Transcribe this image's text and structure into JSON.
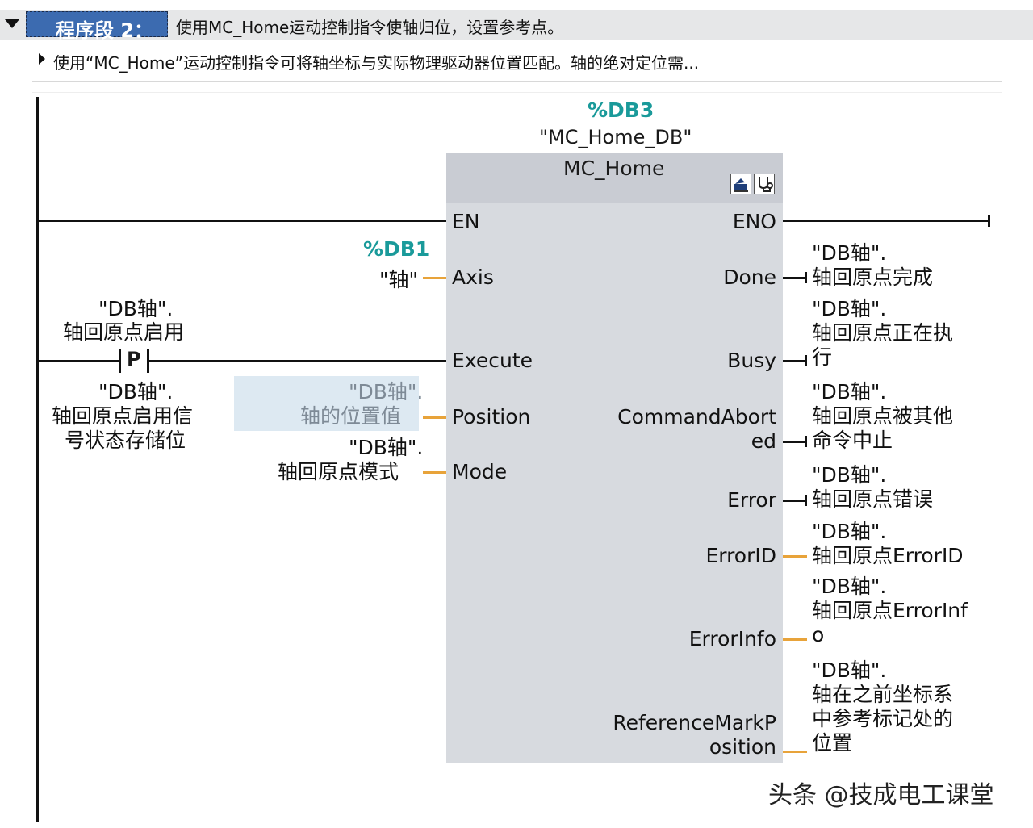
{
  "header": {
    "segment_label": "程序段 2：",
    "title": "使用MC_Home运动控制指令使轴归位，设置参考点。",
    "comment": "使用“MC_Home”运动控制指令可将轴坐标与实际物理驱动器位置匹配。轴的绝对定位需..."
  },
  "block": {
    "instance_db": "%DB3",
    "instance_name": "\"MC_Home_DB\"",
    "type": "MC_Home",
    "icons": [
      "download-icon",
      "diagnostic-icon"
    ]
  },
  "inputs": {
    "en": "EN",
    "axis": "Axis",
    "execute": "Execute",
    "position": "Position",
    "mode": "Mode"
  },
  "outputs": {
    "eno": "ENO",
    "done": "Done",
    "busy": "Busy",
    "command_aborted": [
      "CommandAbort",
      "ed"
    ],
    "error": "Error",
    "error_id": "ErrorID",
    "error_info": "ErrorInfo",
    "ref_mark": [
      "ReferenceMarkP",
      "osition"
    ]
  },
  "axis_param": {
    "db": "%DB1",
    "name": "\"轴\""
  },
  "contact": {
    "type": "P",
    "tag_line1": "\"DB轴\".",
    "tag_line2": "轴回原点启用",
    "mem_line1": "\"DB轴\".",
    "mem_line2": "轴回原点启用信",
    "mem_line3": "号状态存储位"
  },
  "position_param": {
    "line1": "\"DB轴\".",
    "line2": "轴的位置值"
  },
  "mode_param": {
    "line1": "\"DB轴\".",
    "line2": "轴回原点模式"
  },
  "out_tags": {
    "done": [
      "\"DB轴\".",
      "轴回原点完成"
    ],
    "busy": [
      "\"DB轴\".",
      "轴回原点正在执",
      "行"
    ],
    "command_aborted": [
      "\"DB轴\".",
      "轴回原点被其他",
      "命令中止"
    ],
    "error": [
      "\"DB轴\".",
      "轴回原点错误"
    ],
    "error_id": [
      "\"DB轴\".",
      "轴回原点ErrorID"
    ],
    "error_info": [
      "\"DB轴\".",
      "轴回原点ErrorInf",
      "o"
    ],
    "ref_mark": [
      "\"DB轴\".",
      "轴在之前坐标系",
      "中参考标记处的",
      "位置"
    ]
  },
  "watermark": "头条 @技成电工课堂"
}
